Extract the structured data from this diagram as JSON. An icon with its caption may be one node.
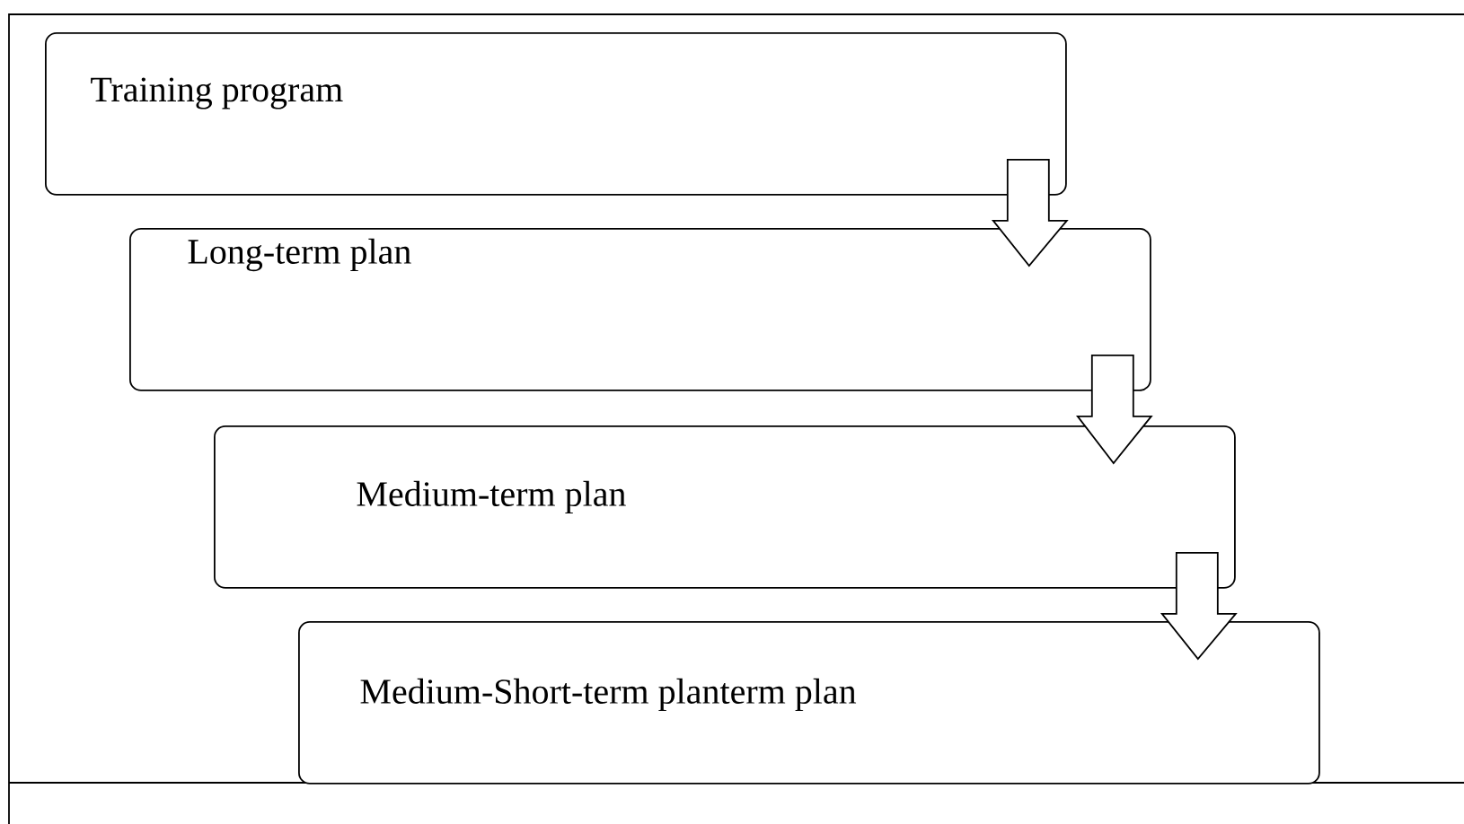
{
  "diagram": {
    "nodes": [
      {
        "text": [
          "Training program"
        ]
      },
      {
        "text": [
          "Long-term plan"
        ]
      },
      {
        "text": [
          "Medium-term plan"
        ]
      },
      {
        "text": [
          "Medium-Short-term planterm plan"
        ]
      }
    ],
    "edges": [
      {
        "from": 0,
        "to": 1,
        "arrow": "to"
      },
      {
        "from": 1,
        "to": 2,
        "arrow": "to"
      },
      {
        "from": 2,
        "to": 3,
        "arrow": "to"
      }
    ]
  }
}
